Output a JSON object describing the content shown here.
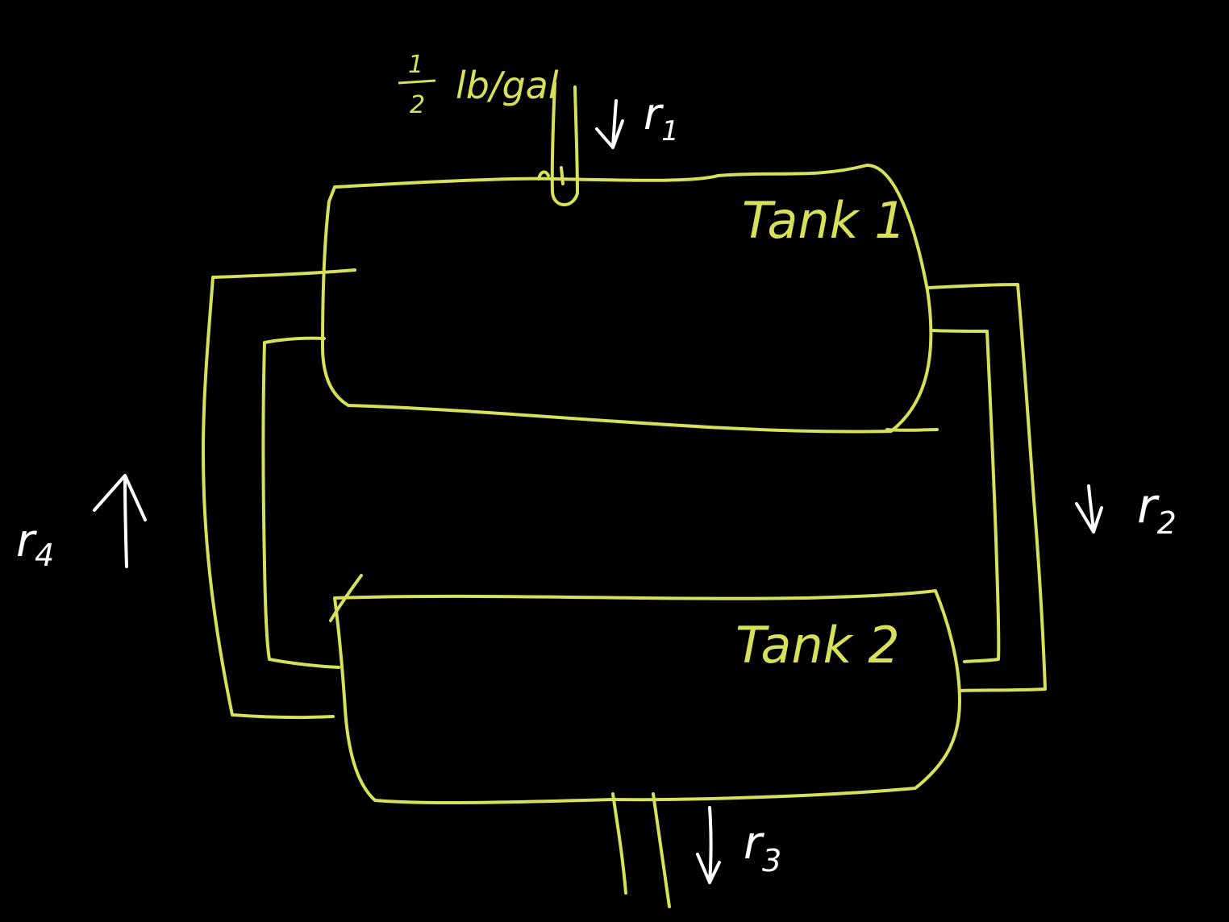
{
  "colors": {
    "background": "#000000",
    "tank_stroke": "#d6e05a",
    "arrow_stroke": "#ffffff"
  },
  "inflow": {
    "concentration_numerator": "1",
    "concentration_denominator": "2",
    "concentration_unit": "lb/gal",
    "rate_label": "r",
    "rate_subscript": "1"
  },
  "tank1": {
    "label": "Tank 1"
  },
  "tank2": {
    "label": "Tank 2"
  },
  "flow_tank1_to_tank2": {
    "rate_label": "r",
    "rate_subscript": "2"
  },
  "outflow": {
    "rate_label": "r",
    "rate_subscript": "3"
  },
  "flow_tank2_to_tank1": {
    "rate_label": "r",
    "rate_subscript": "4"
  }
}
